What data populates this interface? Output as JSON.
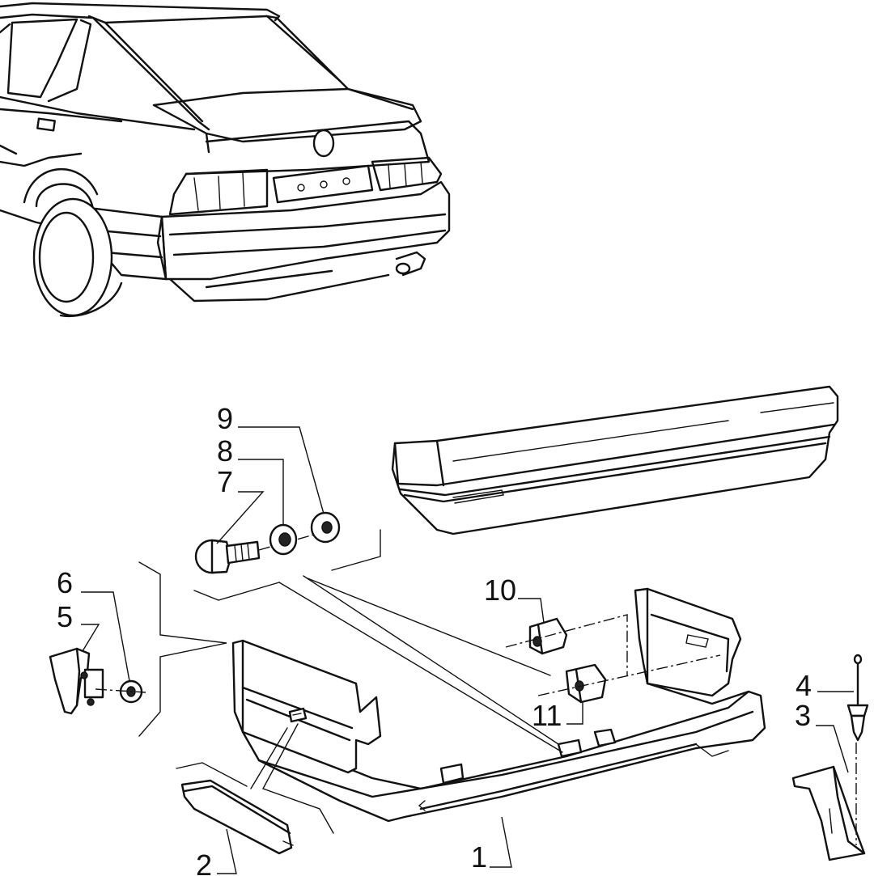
{
  "diagram": {
    "type": "exploded-parts-diagram",
    "subject": "rear bumper assembly",
    "callouts": [
      "1",
      "2",
      "3",
      "4",
      "5",
      "6",
      "7",
      "8",
      "9",
      "10",
      "11"
    ]
  }
}
